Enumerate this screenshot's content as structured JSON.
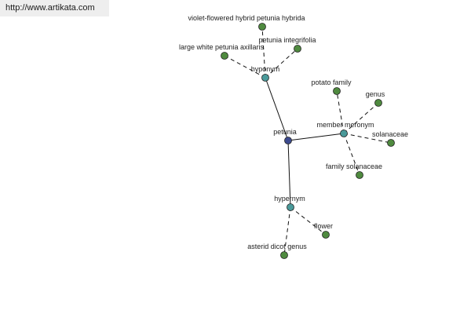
{
  "source_link": "http://www.artikata.com",
  "colors": {
    "root": "#3c4a8e",
    "relation": "#4a9a9a",
    "leaf": "#4f8a3f",
    "edge": "#111111"
  },
  "graph": {
    "nodes": [
      {
        "id": "petunia",
        "label": "petunia",
        "kind": "root"
      },
      {
        "id": "hyponym",
        "label": "hyponym",
        "kind": "relation"
      },
      {
        "id": "member-meronym",
        "label": "member meronym",
        "kind": "relation"
      },
      {
        "id": "hypernym",
        "label": "hypernym",
        "kind": "relation"
      },
      {
        "id": "violet-flowered",
        "label": "violet-flowered hybrid petunia hybrida",
        "kind": "leaf"
      },
      {
        "id": "petunia-integrifolia",
        "label": "petunia integrifolia",
        "kind": "leaf"
      },
      {
        "id": "large-white",
        "label": "large white petunia axillaris",
        "kind": "leaf"
      },
      {
        "id": "potato-family",
        "label": "potato family",
        "kind": "leaf"
      },
      {
        "id": "genus",
        "label": "genus",
        "kind": "leaf"
      },
      {
        "id": "solanaceae",
        "label": "solanaceae",
        "kind": "leaf"
      },
      {
        "id": "family-solanaceae",
        "label": "family solanaceae",
        "kind": "leaf"
      },
      {
        "id": "flower",
        "label": "flower",
        "kind": "leaf"
      },
      {
        "id": "asterid-dicot-genus",
        "label": "asterid dicot genus",
        "kind": "leaf"
      }
    ],
    "edges": [
      {
        "from": "petunia",
        "to": "hyponym",
        "style": "solid"
      },
      {
        "from": "petunia",
        "to": "member-meronym",
        "style": "solid"
      },
      {
        "from": "petunia",
        "to": "hypernym",
        "style": "solid"
      },
      {
        "from": "hyponym",
        "to": "violet-flowered",
        "style": "dashed"
      },
      {
        "from": "hyponym",
        "to": "petunia-integrifolia",
        "style": "dashed"
      },
      {
        "from": "hyponym",
        "to": "large-white",
        "style": "dashed"
      },
      {
        "from": "member-meronym",
        "to": "potato-family",
        "style": "dashed"
      },
      {
        "from": "member-meronym",
        "to": "genus",
        "style": "dashed"
      },
      {
        "from": "member-meronym",
        "to": "solanaceae",
        "style": "dashed"
      },
      {
        "from": "member-meronym",
        "to": "family-solanaceae",
        "style": "dashed"
      },
      {
        "from": "hypernym",
        "to": "flower",
        "style": "dashed"
      },
      {
        "from": "hypernym",
        "to": "asterid-dicot-genus",
        "style": "dashed"
      }
    ]
  }
}
